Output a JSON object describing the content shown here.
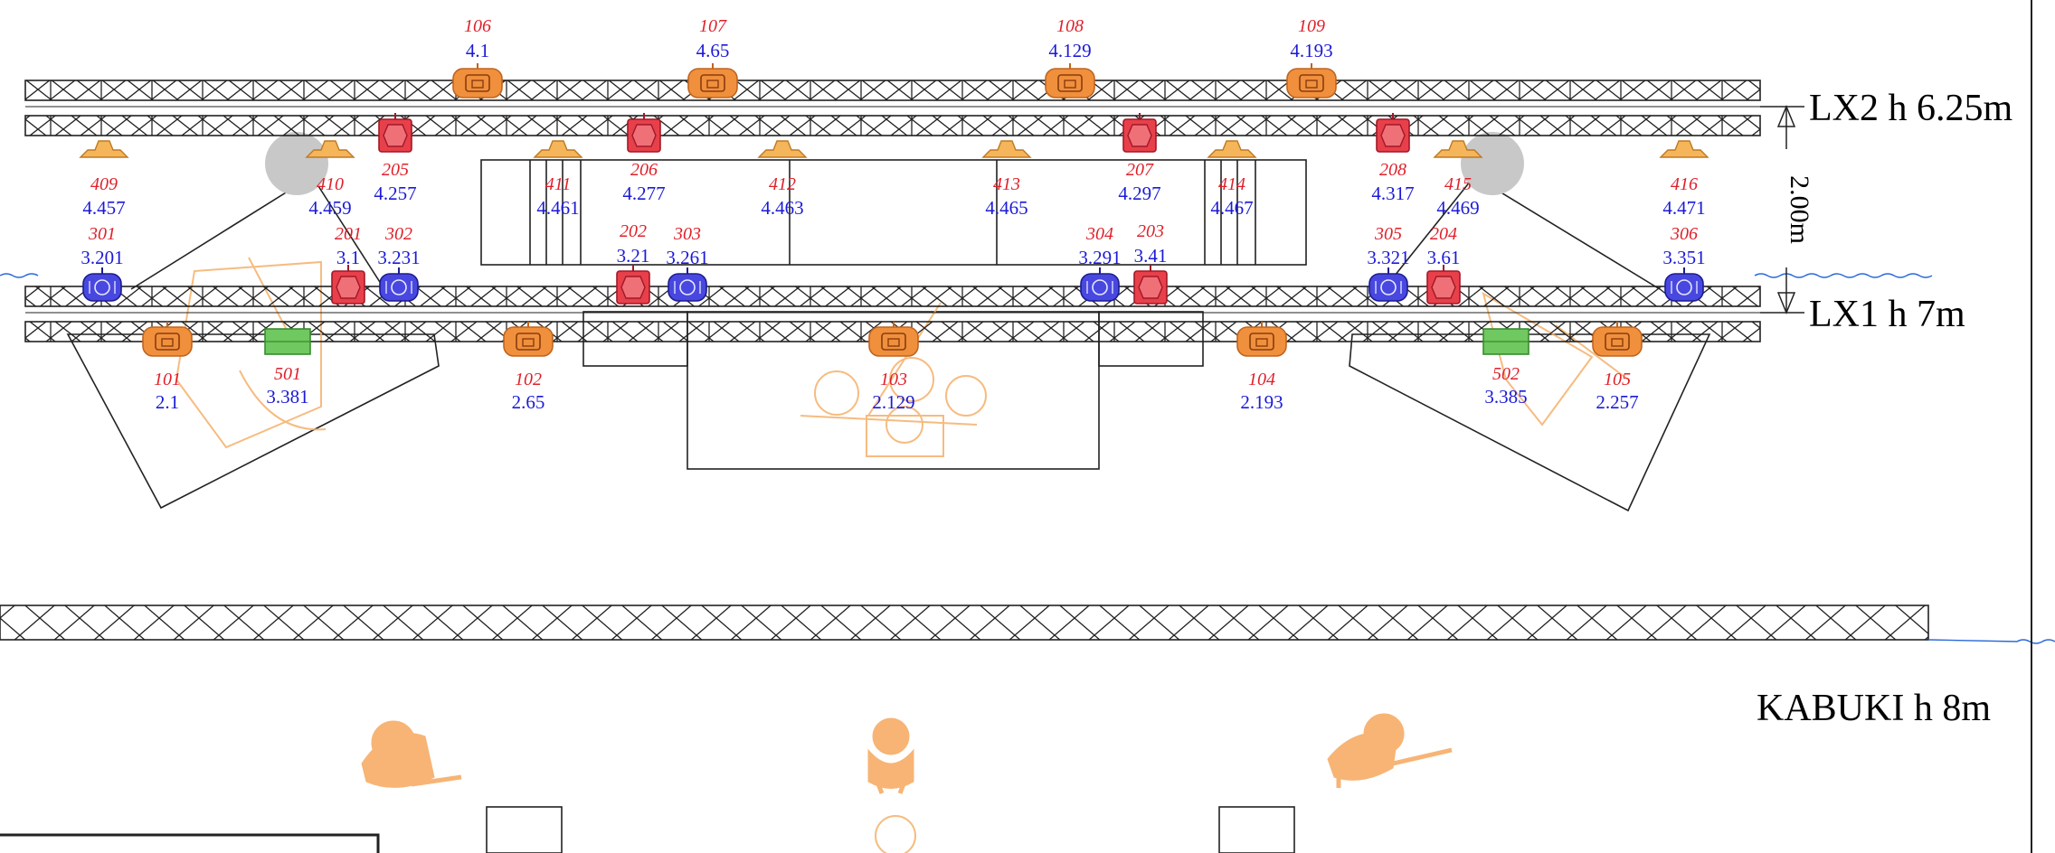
{
  "trusses": {
    "lx2_label": "LX2 h 6.25m",
    "lx1_label": "LX1 h 7m",
    "kabuki_label": "KABUKI h 8m",
    "spacing_label": "2.00m"
  },
  "colors": {
    "orange": "#f0903c",
    "red": "#e8404a",
    "blue": "#4848e0",
    "green": "#70c860",
    "truss": "#222222",
    "number_text": "#e0202a",
    "value_text": "#1a1ad8",
    "water": "#2a6ad8",
    "grey": "#c8c8c8"
  },
  "icons": {
    "orange_fixture": "spot-fixture-icon",
    "red_fixture": "wash-fixture-icon",
    "blue_fixture": "beam-fixture-icon",
    "small_orange_fixture": "profile-fixture-icon",
    "green_fixture": "strobe-fixture-icon"
  },
  "fixtures": [
    {
      "id": "106",
      "value": "4.1",
      "kind": "orange"
    },
    {
      "id": "107",
      "value": "4.65",
      "kind": "orange"
    },
    {
      "id": "108",
      "value": "4.129",
      "kind": "orange"
    },
    {
      "id": "109",
      "value": "4.193",
      "kind": "orange"
    },
    {
      "id": "205",
      "value": "4.257",
      "kind": "red"
    },
    {
      "id": "206",
      "value": "4.277",
      "kind": "red"
    },
    {
      "id": "207",
      "value": "4.297",
      "kind": "red"
    },
    {
      "id": "208",
      "value": "4.317",
      "kind": "red"
    },
    {
      "id": "409",
      "value": "4.457",
      "kind": "small"
    },
    {
      "id": "410",
      "value": "4.459",
      "kind": "small"
    },
    {
      "id": "411",
      "value": "4.461",
      "kind": "small"
    },
    {
      "id": "412",
      "value": "4.463",
      "kind": "small"
    },
    {
      "id": "413",
      "value": "4.465",
      "kind": "small"
    },
    {
      "id": "414",
      "value": "4.467",
      "kind": "small"
    },
    {
      "id": "415",
      "value": "4.469",
      "kind": "small"
    },
    {
      "id": "416",
      "value": "4.471",
      "kind": "small"
    },
    {
      "id": "301",
      "value": "3.201",
      "kind": "blue"
    },
    {
      "id": "302",
      "value": "3.231",
      "kind": "blue"
    },
    {
      "id": "303",
      "value": "3.261",
      "kind": "blue"
    },
    {
      "id": "304",
      "value": "3.291",
      "kind": "blue"
    },
    {
      "id": "305",
      "value": "3.321",
      "kind": "blue"
    },
    {
      "id": "306",
      "value": "3.351",
      "kind": "blue"
    },
    {
      "id": "201",
      "value": "3.1",
      "kind": "red"
    },
    {
      "id": "202",
      "value": "3.21",
      "kind": "red"
    },
    {
      "id": "203",
      "value": "3.41",
      "kind": "red"
    },
    {
      "id": "204",
      "value": "3.61",
      "kind": "red"
    },
    {
      "id": "101",
      "value": "2.1",
      "kind": "orange"
    },
    {
      "id": "102",
      "value": "2.65",
      "kind": "orange"
    },
    {
      "id": "103",
      "value": "2.129",
      "kind": "orange"
    },
    {
      "id": "104",
      "value": "2.193",
      "kind": "orange"
    },
    {
      "id": "105",
      "value": "2.257",
      "kind": "orange"
    },
    {
      "id": "501",
      "value": "3.381",
      "kind": "green"
    },
    {
      "id": "502",
      "value": "3.385",
      "kind": "green"
    }
  ]
}
